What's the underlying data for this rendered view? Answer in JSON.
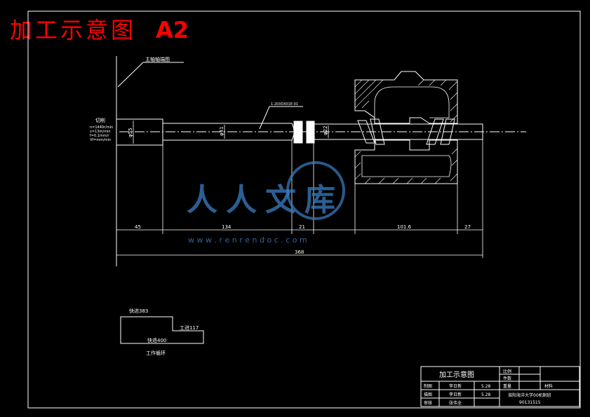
{
  "page_title": "加工示意图",
  "page_title_suffix": "A2",
  "labels": {
    "spindle_line": "主轴轴端图",
    "tool_spec": "1-20X0X01E-01",
    "cut_params_title": "切削",
    "cut_params": [
      "n=1440r/min",
      "v=13m/min",
      "f=0.1mm/r",
      "Vf=mm/min"
    ],
    "diam_d1": "φ55",
    "diam_d2": "φ31",
    "diam_d3": "φ22",
    "dims": {
      "d45": "45",
      "d134": "134",
      "d21": "21",
      "d1016": "101.6",
      "d27": "27",
      "total": "368"
    }
  },
  "cycle": {
    "fast_forward": "快进383",
    "work_feed": "工进117",
    "fast_return": "快退400",
    "caption": "工作循环"
  },
  "title_block": {
    "name": "加工示意图",
    "ratio_label": "比例",
    "count_label": "件数",
    "drawn_label": "制图",
    "drawn_name": "李日新",
    "drawn_date": "5.28",
    "weight_label": "重量",
    "material_label": "材料",
    "traced_label": "描图",
    "traced_name": "李日新",
    "traced_date": "5.28",
    "school": "淮阳海洋大学00机制班",
    "review_label": "审核",
    "review_name": "张伟全",
    "number": "90131515"
  },
  "watermark": {
    "text": "人人文库",
    "url": "w w w . r e n r e n d o c . c o m"
  },
  "colors": {
    "background": "#000000",
    "line": "#ffffff",
    "title": "#ff0000",
    "watermark": "#3a7fc4"
  }
}
